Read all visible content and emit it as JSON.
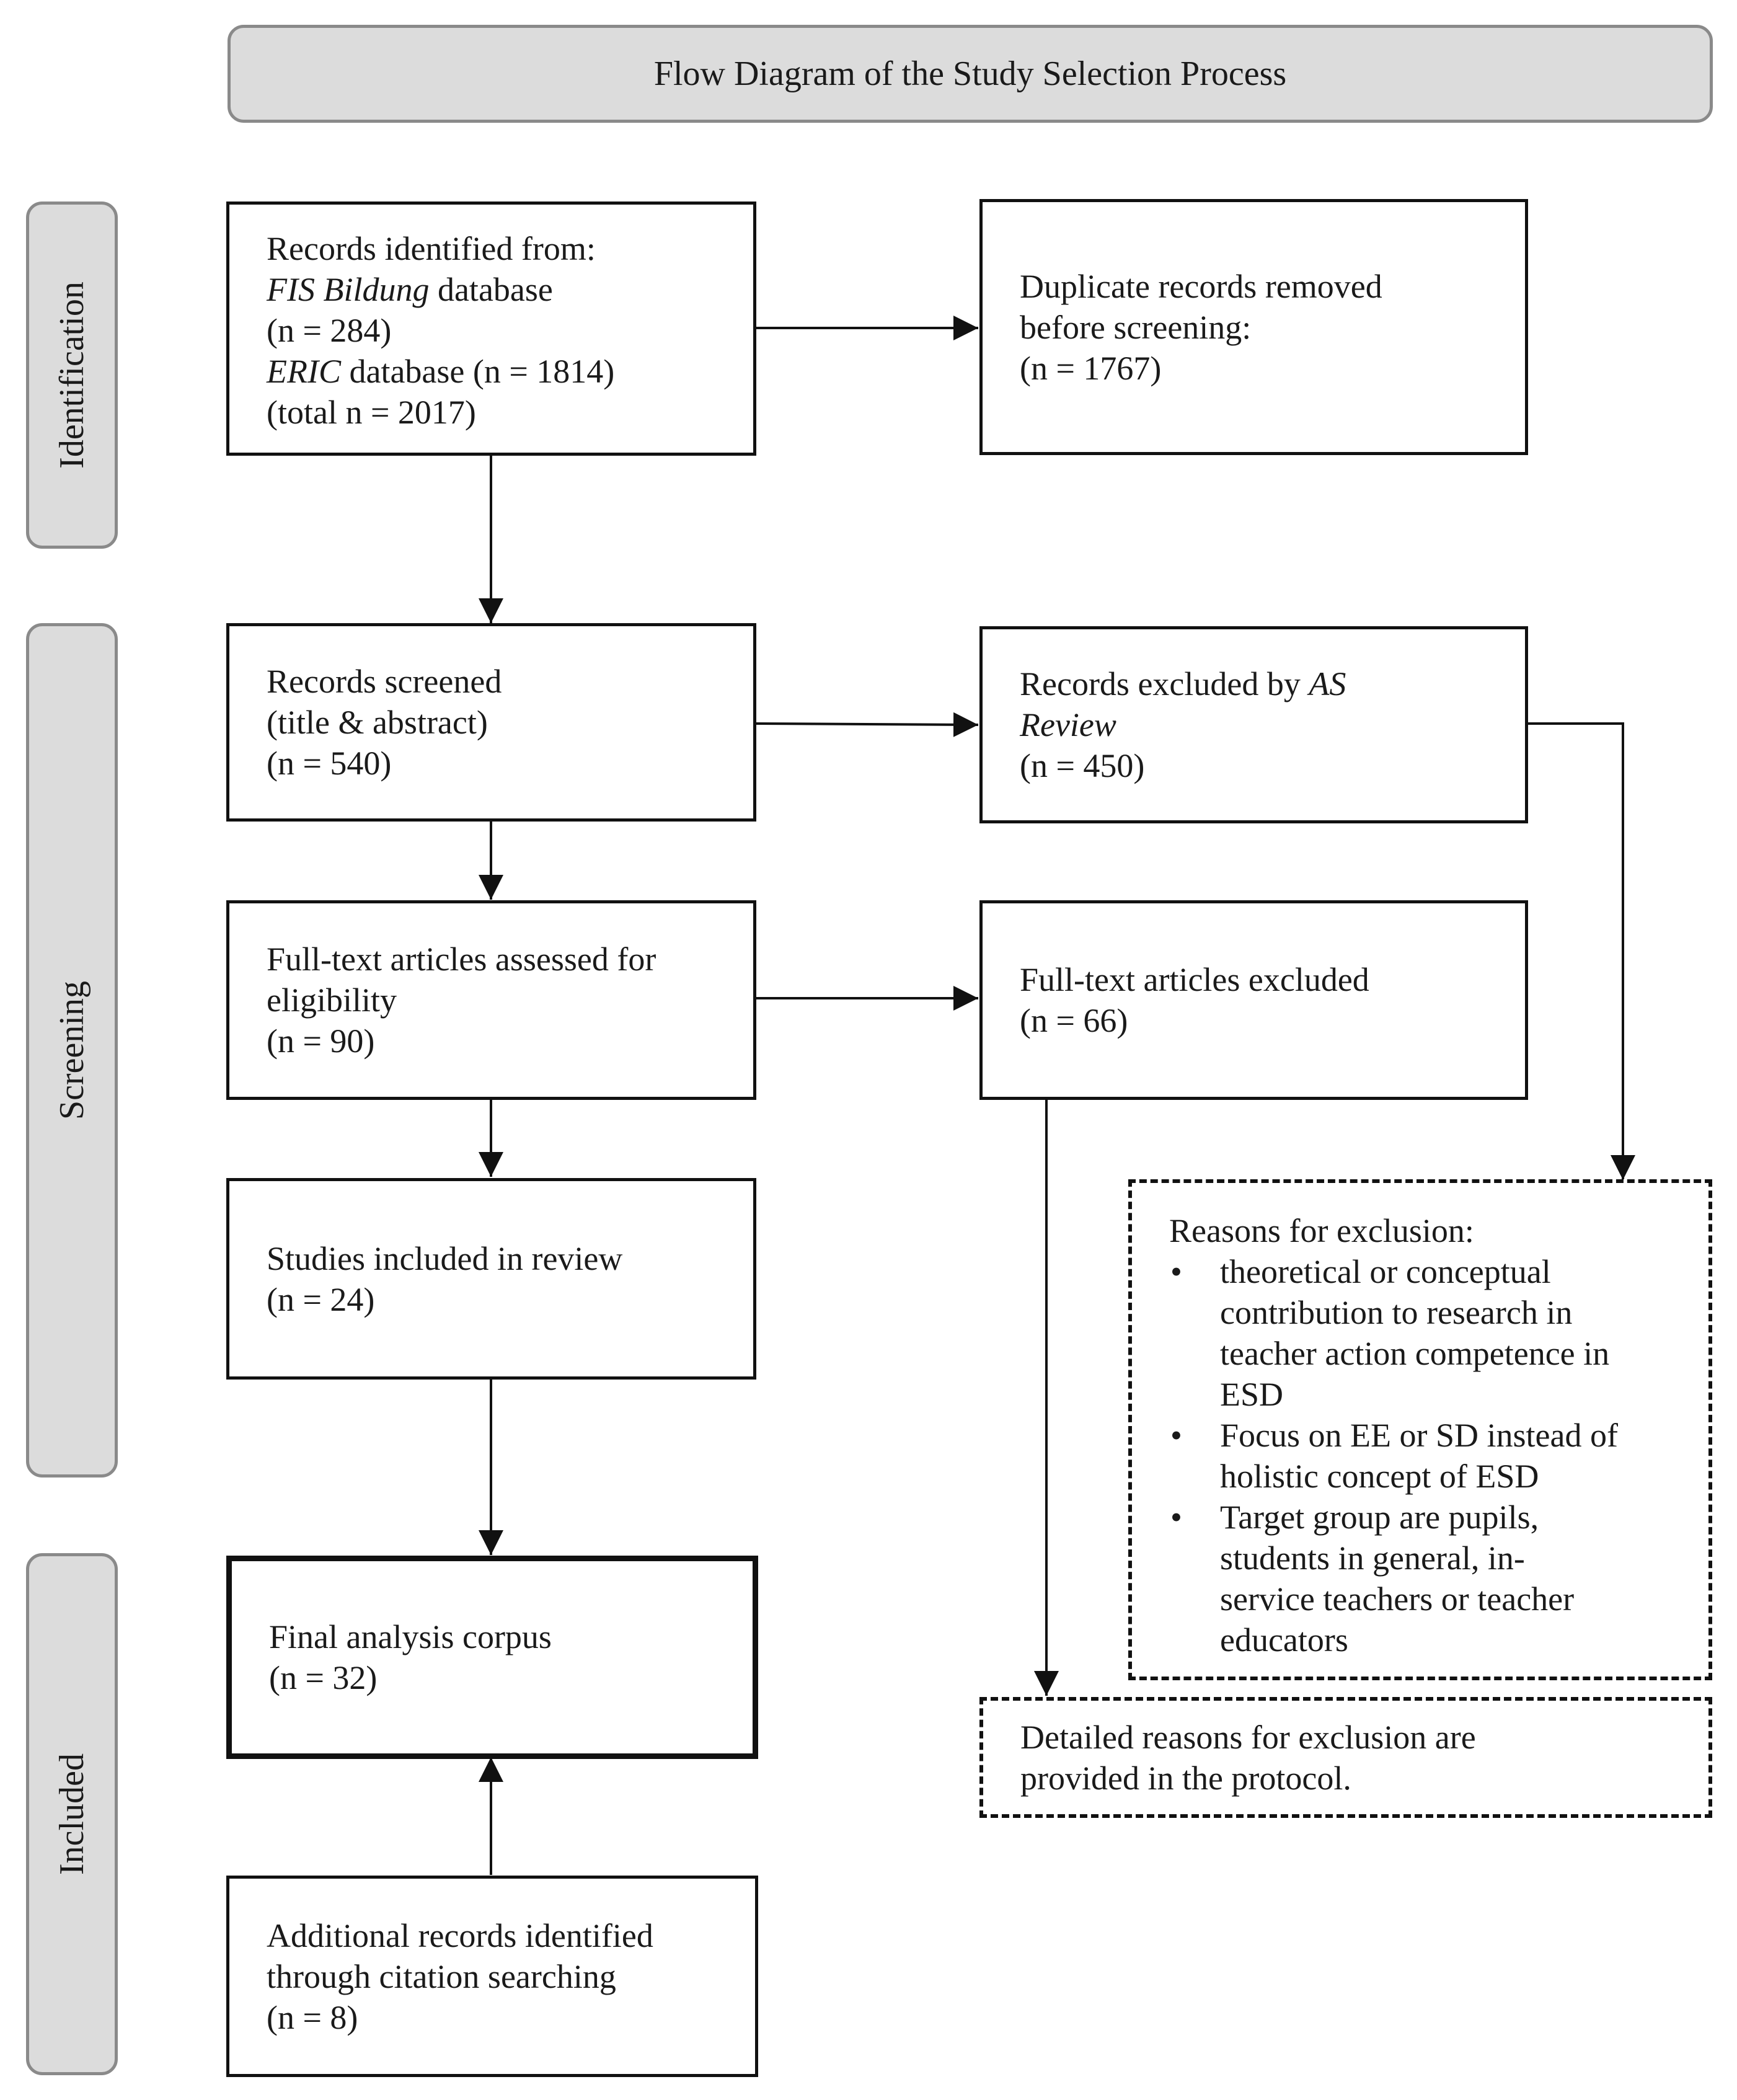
{
  "title": "Flow Diagram of the Study Selection Process",
  "phases": {
    "identification": "Identification",
    "screening": "Screening",
    "included": "Included"
  },
  "records_identified": {
    "line1": "Records identified from:",
    "fis_name": "FIS Bildung",
    "fis_suffix": " database",
    "fis_n": "(n = 284)",
    "eric_name": "ERIC",
    "eric_suffix": " database (n = 1814)",
    "total": "(total n = 2017)"
  },
  "duplicates_removed": {
    "line1": "Duplicate records removed",
    "line2": "before screening:",
    "n": "(n = 1767)"
  },
  "records_screened": {
    "line1": "Records screened",
    "line2": "(title & abstract)",
    "n": "(n = 540)"
  },
  "records_excluded": {
    "line1_prefix": "Records excluded by ",
    "line1_italic": "AS",
    "line2_italic": "Review",
    "n": "(n = 450)"
  },
  "fulltext_assessed": {
    "line1": "Full-text articles assessed for",
    "line2": "eligibility",
    "n": "(n = 90)"
  },
  "fulltext_excluded": {
    "line1": "Full-text articles excluded",
    "n": "(n = 66)"
  },
  "studies_included": {
    "line1": "Studies included in review",
    "n": "(n = 24)"
  },
  "final_corpus": {
    "line1": "Final analysis corpus",
    "n": "(n = 32)"
  },
  "additional_records": {
    "line1": "Additional records identified",
    "line2": "through citation searching",
    "n": "(n = 8)"
  },
  "exclusion_reasons": {
    "heading": "Reasons for exclusion:",
    "items": [
      [
        "theoretical or conceptual",
        "contribution to research in",
        "teacher action competence in",
        "ESD"
      ],
      [
        "Focus on EE or SD instead of",
        "holistic concept of ESD"
      ],
      [
        "Target group are pupils,",
        "students in general, in-",
        "service teachers or teacher",
        "educators"
      ]
    ]
  },
  "protocol_note": {
    "line1": "Detailed reasons for exclusion are",
    "line2": "provided in the protocol."
  }
}
